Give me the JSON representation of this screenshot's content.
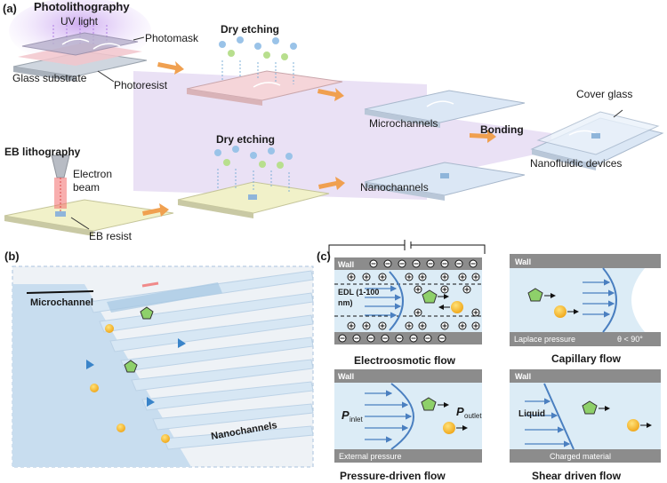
{
  "panel_a": {
    "label": "(a)",
    "photolithography": "Photolithography",
    "uv_light": "UV light",
    "photomask": "Photomask",
    "glass_substrate": "Glass substrate",
    "photoresist": "Photoresist",
    "dry_etching_top": "Dry etching",
    "microchannels": "Microchannels",
    "bonding": "Bonding",
    "cover_glass": "Cover glass",
    "nanofluidic_devices": "Nanofluidic devices",
    "eb_lithography": "EB lithography",
    "electron": "Electron",
    "beam": "beam",
    "eb_resist": "EB resist",
    "dry_etching_bottom": "Dry etching",
    "nanochannels": "Nanochannels"
  },
  "panel_b": {
    "label": "(b)",
    "microchannel": "Microchannel",
    "nanochannels": "Nanochannels"
  },
  "panel_c": {
    "label": "(c)",
    "wall": "Wall",
    "edl_line1": "EDL (1-100",
    "edl_line2": "nm)",
    "electroosmotic_flow": "Electroosmotic flow",
    "laplace_pressure": "Laplace pressure",
    "contact_angle": "θ < 90°",
    "capillary_flow": "Capillary flow",
    "p_inlet_symbol": "P",
    "p_inlet_sub": "inlet",
    "p_outlet_symbol": "P",
    "p_outlet_sub": "outlet",
    "external_pressure": "External pressure",
    "pressure_driven_flow": "Pressure-driven flow",
    "liquid": "Liquid",
    "charged_material": "Charged material",
    "shear_driven_flow": "Shear driven flow"
  },
  "colors": {
    "wall_gray": "#8c8c8c",
    "channel_blue": "#dcecf6",
    "arrow_orange": "#f0a050",
    "flow_blue": "#4a7fc0",
    "particle_yellow": "#f5b52e",
    "particle_green": "#8ed06a"
  }
}
